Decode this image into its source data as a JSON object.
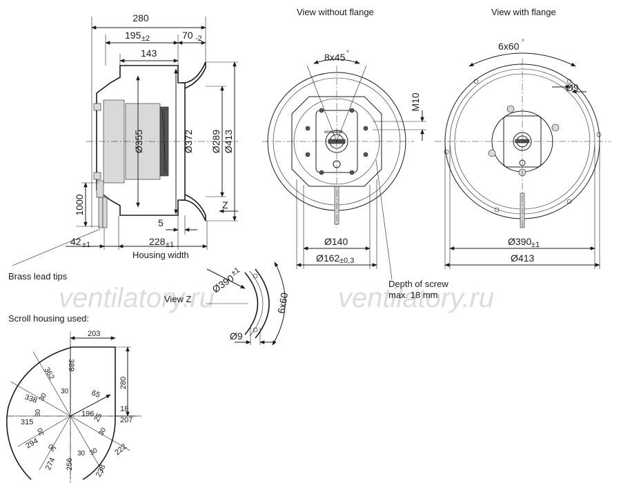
{
  "headers": {
    "view_without_flange": "View without flange",
    "view_with_flange": "View with flange",
    "brass_lead_tips": "Brass lead tips",
    "scroll_housing_used": "Scroll housing used:",
    "view_z": "View Z",
    "housing_width": "Housing width",
    "depth_of_screw_1": "Depth of screw",
    "depth_of_screw_2": "max. 18 mm"
  },
  "side_view": {
    "d280": "280",
    "d195": "195",
    "d195_tol": "±2",
    "d70": "70",
    "d70_tol": "-2",
    "d143": "143",
    "d355": "Ø355",
    "d372": "Ø372",
    "d289": "Ø289",
    "d413": "Ø413",
    "d1000": "1000",
    "d5": "5",
    "dz": "Z",
    "d42": "42",
    "d42_tol": "±1",
    "d228": "228",
    "d228_tol": "±1"
  },
  "front_view": {
    "bolts": "8x45",
    "m10": "M10",
    "d140": "Ø140",
    "d162": "Ø162",
    "d162_tol": "±0,3",
    "brand_label": "ebmpapst"
  },
  "flange_view": {
    "holes": "6x60",
    "d9": "Ø9",
    "d390": "Ø390",
    "d390_tol": "±1",
    "d413": "Ø413"
  },
  "view_z": {
    "d390": "Ø390",
    "d390_tol": "±1",
    "holes": "6x60",
    "d9": "Ø9"
  },
  "scroll": {
    "d203": "203",
    "d280": "280",
    "d18": "18",
    "d207": "207",
    "d222": "222",
    "d238": "238",
    "d256": "256",
    "d274": "274",
    "d294": "294",
    "d315": "315",
    "d338": "338",
    "d362": "362",
    "d389": "389",
    "d196": "196",
    "d25": "25",
    "d65": "65",
    "angle30": "30"
  },
  "watermark": {
    "left": "ventilatory.ru",
    "right": "ventilatory.ru"
  }
}
